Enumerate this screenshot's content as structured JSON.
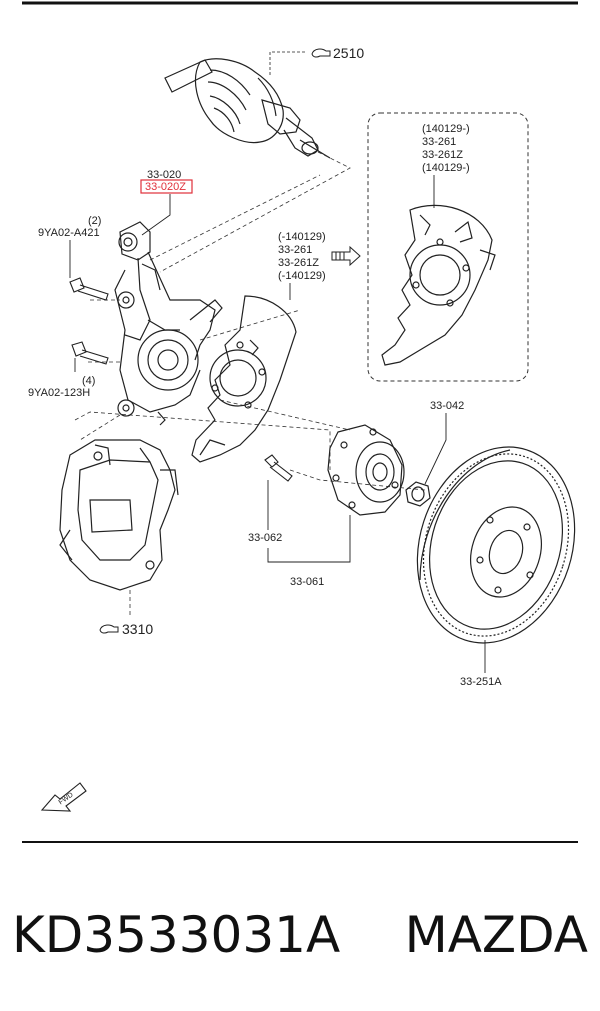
{
  "labels": {
    "ref_2510": "2510",
    "ref_3310": "3310",
    "knuckle_top": "33-020",
    "knuckle_highlight": "33-020Z",
    "qty_2": "(2)",
    "bolt_a421": "9YA02-A421",
    "qty_4": "(4)",
    "bolt_123h": "9YA02-123H",
    "shield_mid_1": "(-140129)",
    "shield_mid_2": "33-261",
    "shield_mid_3": "33-261Z",
    "shield_mid_4": "(-140129)",
    "shield_box_1": "(140129-)",
    "shield_box_2": "33-261",
    "shield_box_3": "33-261Z",
    "shield_box_4": "(140129-)",
    "nut": "33-042",
    "stud": "33-062",
    "hub": "33-061",
    "disc": "33-251A"
  },
  "footer": {
    "part_number": "KD3533031A",
    "brand": "MAZDA"
  },
  "colors": {
    "line": "#222222",
    "highlight": "#e0303a"
  }
}
